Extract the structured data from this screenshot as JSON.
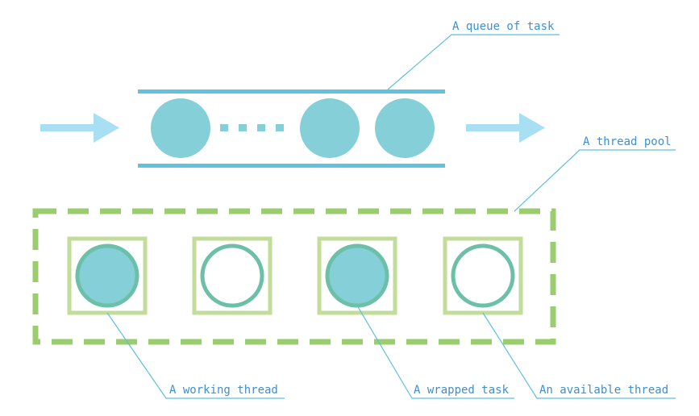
{
  "labels": {
    "queue": "A queue of task",
    "pool": "A thread pool",
    "working_thread": "A working thread",
    "wrapped_task": "A wrapped task",
    "available_thread": "An available thread"
  },
  "colors": {
    "queue_rail": "#5fc3df",
    "task_fill": "#84cfd8",
    "arrow": "#a9dff3",
    "pool_border": "#9acd6e",
    "thread_box": "#c2dd9a",
    "thread_ring": "#6cc0a8",
    "leader_line": "#5fbfe0",
    "label_text": "#3d8fd0"
  },
  "threads": [
    {
      "state": "working"
    },
    {
      "state": "available"
    },
    {
      "state": "working"
    },
    {
      "state": "available"
    }
  ]
}
